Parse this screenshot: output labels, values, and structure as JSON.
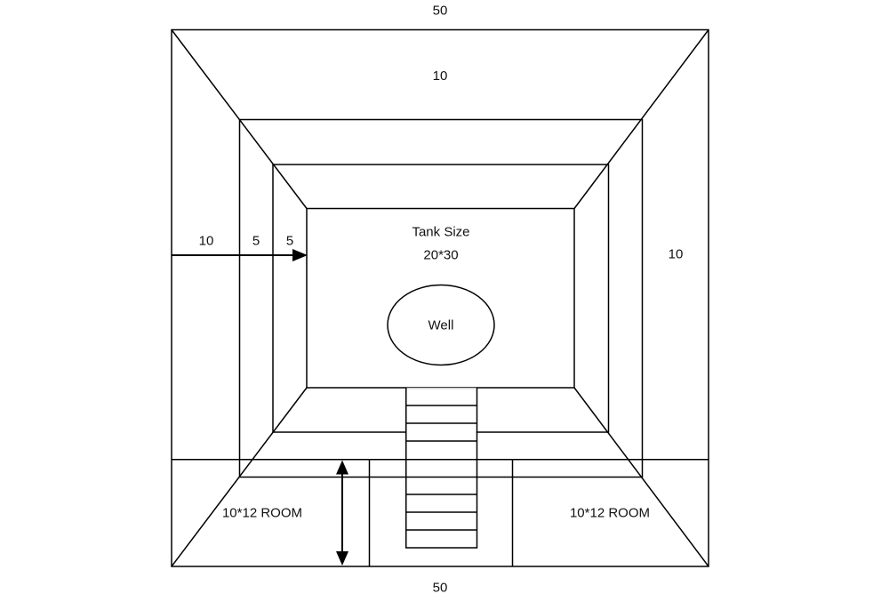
{
  "colors": {
    "line": "#000000",
    "faint_line": "#cfcfcf",
    "text": "#111111",
    "background": "#ffffff"
  },
  "dimensions": {
    "outer_top": "50",
    "outer_bottom": "50",
    "top_wall": "10",
    "left_outer": "10",
    "left_wall_a": "5",
    "left_wall_b": "5",
    "right_wall": "10"
  },
  "tank": {
    "title": "Tank Size",
    "size": "20*30"
  },
  "well": {
    "label": "Well"
  },
  "rooms": {
    "left_label": "10*12 ROOM",
    "right_label": "10*12 ROOM"
  }
}
